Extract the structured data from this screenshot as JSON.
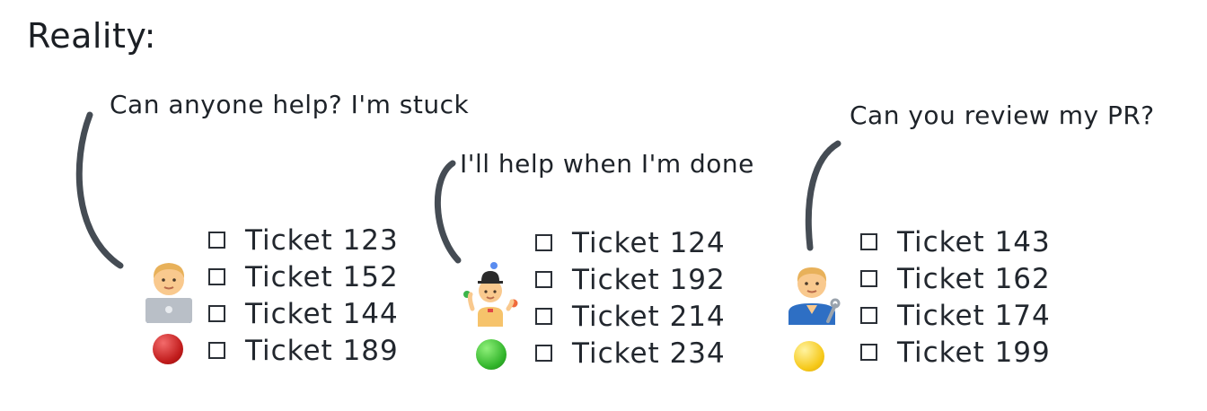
{
  "title": "Reality:",
  "groups": [
    {
      "speech": "Can anyone help? I'm stuck",
      "avatar": "technologist-icon",
      "status_color": "#c62828",
      "tickets": [
        "Ticket 123",
        "Ticket 152",
        "Ticket 144",
        "Ticket 189"
      ]
    },
    {
      "speech": "I'll help when I'm done",
      "avatar": "juggler-icon",
      "status_color": "#31b42a",
      "tickets": [
        "Ticket 124",
        "Ticket 192",
        "Ticket 214",
        "Ticket 234"
      ]
    },
    {
      "speech": "Can you review my PR?",
      "avatar": "mechanic-icon",
      "status_color": "#f6c818",
      "tickets": [
        "Ticket 143",
        "Ticket 162",
        "Ticket 174",
        "Ticket 199"
      ]
    }
  ]
}
